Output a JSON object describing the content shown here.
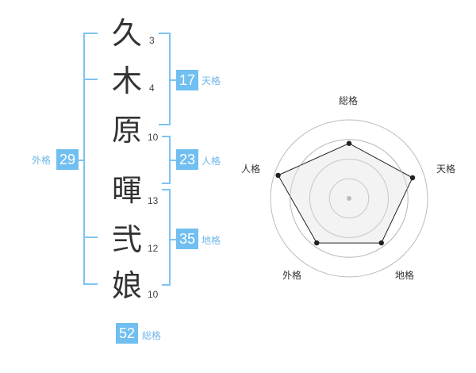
{
  "name": {
    "surname": [
      {
        "char": "久",
        "strokes": "3"
      },
      {
        "char": "木",
        "strokes": "4"
      },
      {
        "char": "原",
        "strokes": "10"
      }
    ],
    "given": [
      {
        "char": "暉",
        "strokes": "13"
      },
      {
        "char": "弐",
        "strokes": "12"
      },
      {
        "char": "娘",
        "strokes": "10"
      }
    ]
  },
  "kakusu": {
    "gaikaku": {
      "label": "外格",
      "value": "29"
    },
    "tenkaku": {
      "label": "天格",
      "value": "17"
    },
    "jinkaku": {
      "label": "人格",
      "value": "23"
    },
    "chikaku": {
      "label": "地格",
      "value": "35"
    },
    "soukaku": {
      "label": "総格",
      "value": "52"
    }
  },
  "radar": {
    "axes": [
      "総格",
      "天格",
      "地格",
      "外格",
      "人格"
    ],
    "rings": 4,
    "scores": [
      0.7,
      0.85,
      0.7,
      0.7,
      0.95
    ],
    "colors": {
      "ring": "#bbbbbb",
      "fill": "#eeeeee",
      "line": "#222222",
      "point": "#222222",
      "center": "#bbbbbb"
    }
  },
  "colors": {
    "accent": "#70bff0",
    "bracket": "#7dc3f2"
  }
}
